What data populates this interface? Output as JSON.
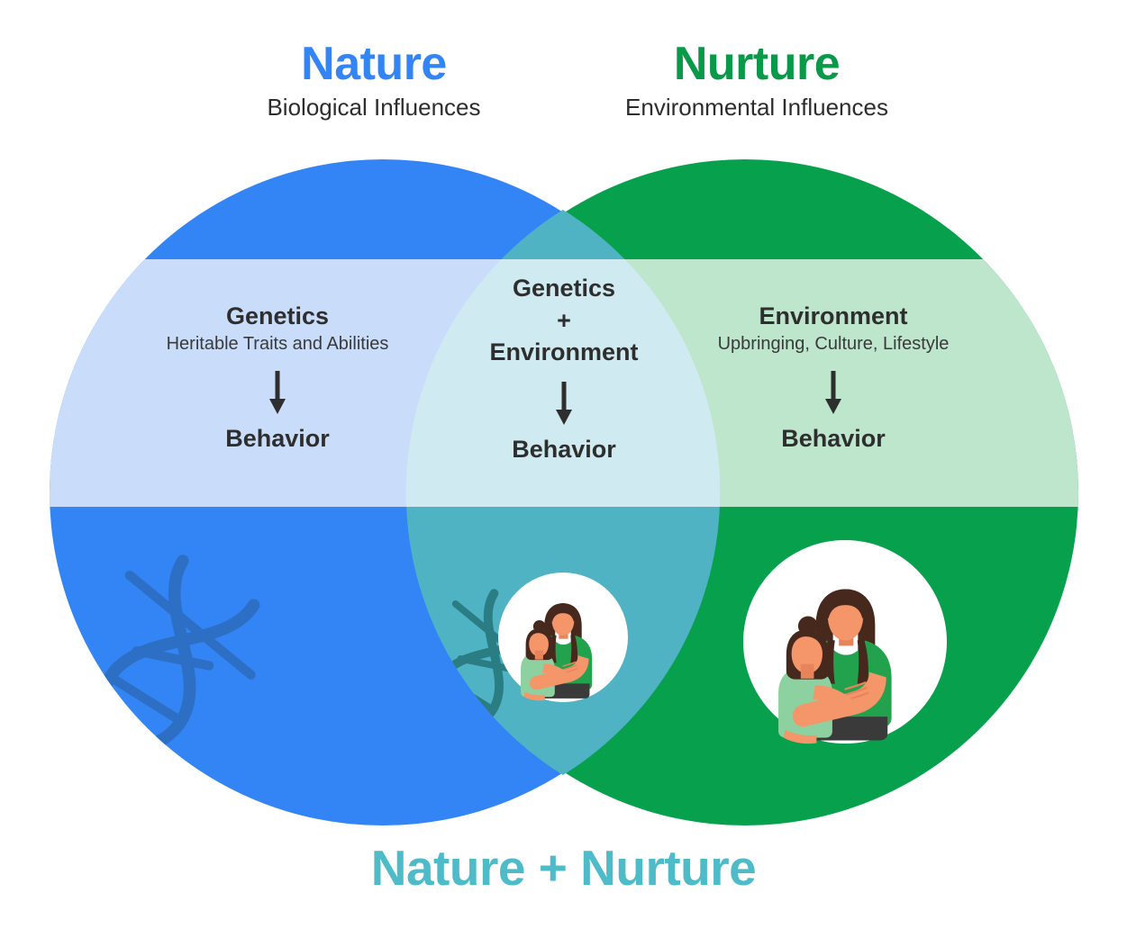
{
  "header": {
    "nature": {
      "title": "Nature",
      "subtitle": "Biological Influences",
      "color": "#3385F5"
    },
    "nurture": {
      "title": "Nurture",
      "subtitle": "Environmental Influences",
      "color": "#089949"
    }
  },
  "venn": {
    "left_circle": {
      "heading": "Genetics",
      "subtitle": "Heritable Traits and Abilities",
      "outcome": "Behavior",
      "fill": "#3385F5",
      "band_fill": "#C9DDFA",
      "illustration": "dna-helix-icon"
    },
    "overlap": {
      "heading": "Genetics",
      "operator": "+",
      "heading2": "Environment",
      "outcome": "Behavior",
      "fill": "#4FB3C4",
      "band_fill": "#CFEAF0",
      "illustrations": [
        "dna-helix-icon",
        "mother-and-child-icon"
      ]
    },
    "right_circle": {
      "heading": "Environment",
      "subtitle": "Upbringing, Culture, Lifestyle",
      "outcome": "Behavior",
      "fill": "#07A14E",
      "band_fill": "#BDE6CC",
      "illustration": "mother-and-child-icon"
    }
  },
  "footer": {
    "title": "Nature + Nurture",
    "color": "#4EBBC8"
  },
  "palette": {
    "background": "#ffffff",
    "text_dark": "#2e2e2e",
    "dna_strand_blue": "#2C6FC4",
    "dna_strand_teal": "#2A7D82",
    "skin": "#F4956A",
    "hair_dark": "#46281C",
    "shirt_green": "#23A24D",
    "shirt_light_green": "#8ED1A0",
    "pants_dark": "#3A3A3A",
    "white": "#ffffff"
  }
}
